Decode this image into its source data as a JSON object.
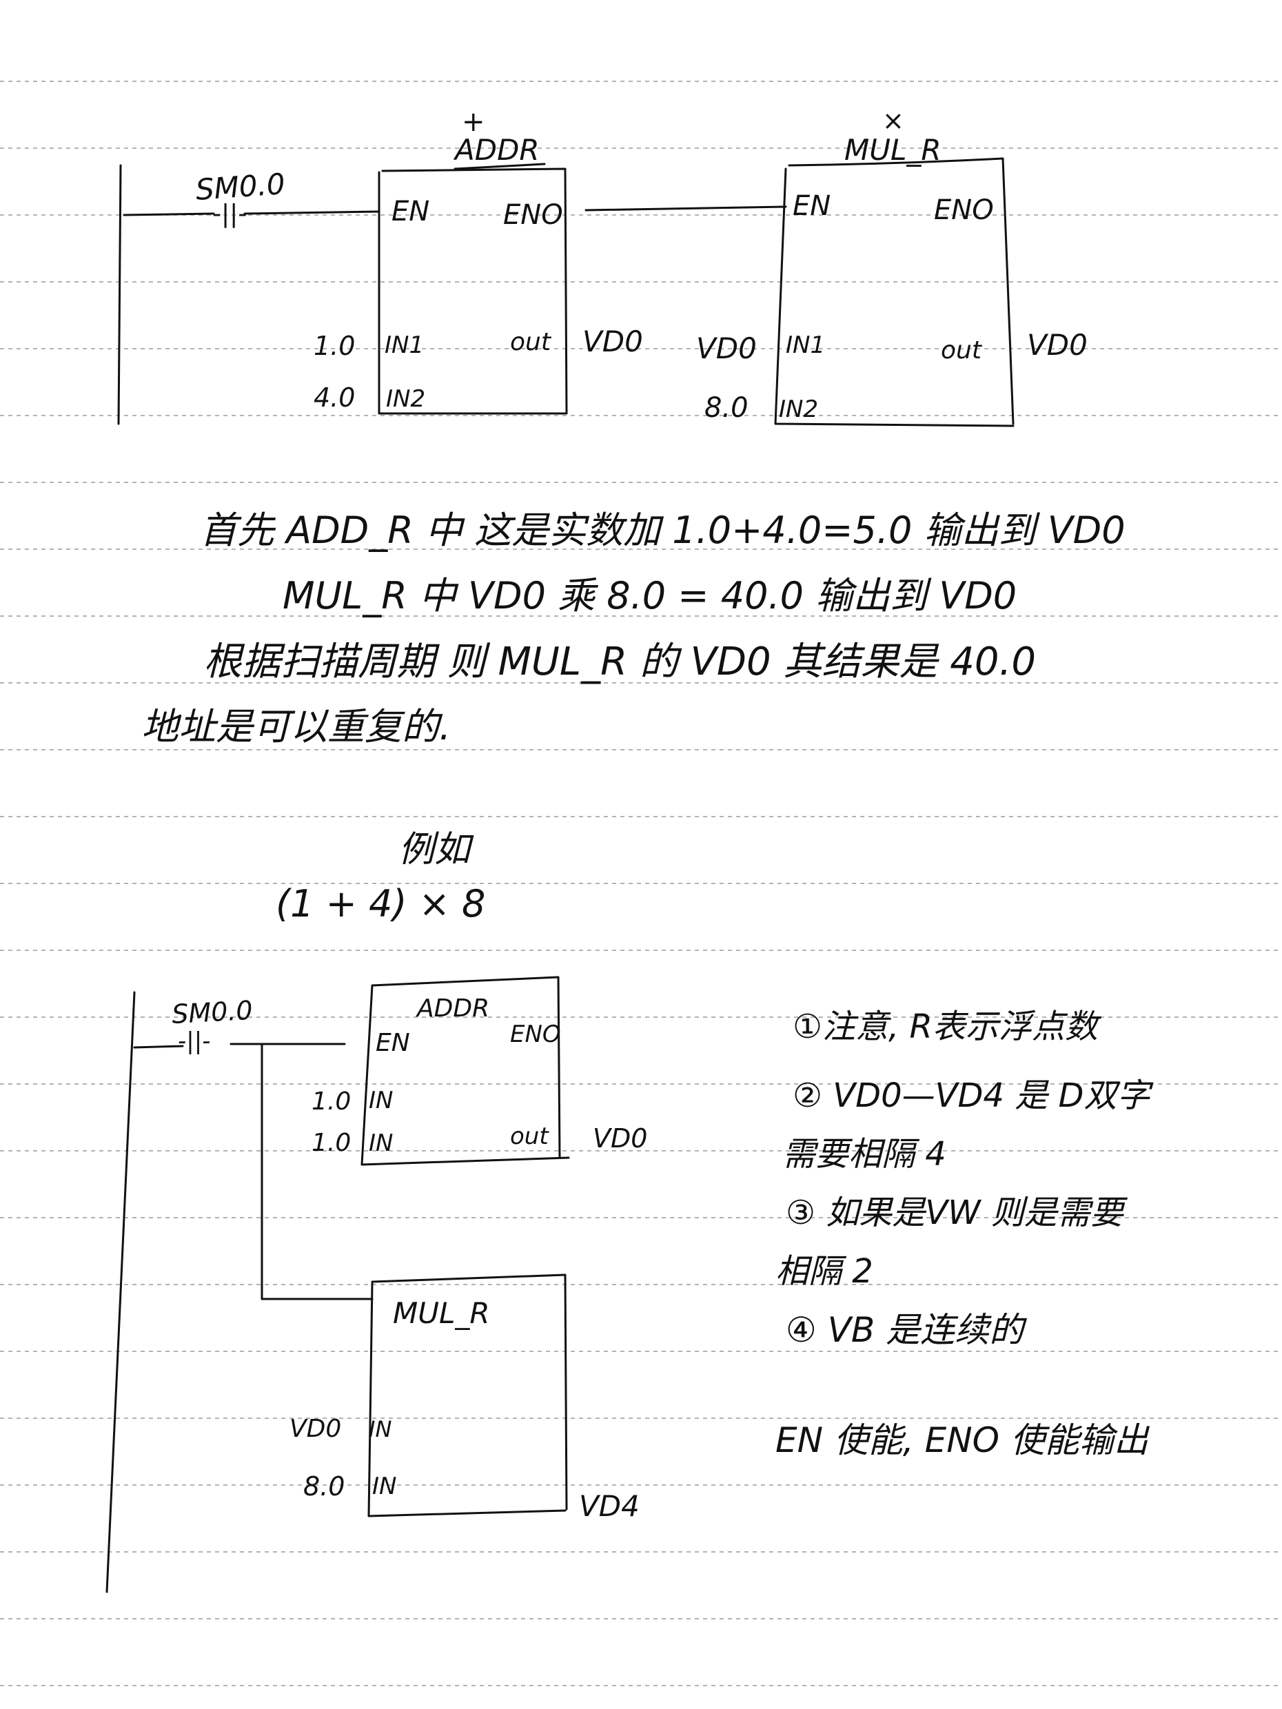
{
  "diagram1": {
    "contact_label": "SM0.0",
    "contact_symbol": "-||-",
    "block1": {
      "op_mark": "+",
      "title": "ADDR",
      "en": "EN",
      "eno": "ENO",
      "in1": "IN1",
      "in2": "IN2",
      "out": "out",
      "in1_value": "1.0",
      "in2_value": "4.0",
      "out_value": "VD0"
    },
    "block2": {
      "op_mark": "×",
      "title": "MUL_R",
      "en": "EN",
      "eno": "ENO",
      "in1": "IN1",
      "in2": "IN2",
      "out": "out",
      "in1_value": "VD0",
      "in2_value": "8.0",
      "out_value": "VD0"
    }
  },
  "explanation": {
    "line1": "首先 ADD_R 中 这是实数加 1.0+4.0=5.0 输出到 VD0",
    "line2": "MUL_R 中 VD0 乘 8.0 = 40.0 输出到 VD0",
    "line3": "根据扫描周期 则 MUL_R 的 VD0 其结果是 40.0",
    "line4": "地址是可以重复的."
  },
  "example": {
    "heading": "例如",
    "formula": "(1 + 4) × 8"
  },
  "diagram2": {
    "contact_label": "SM0.0",
    "contact_symbol": "-||-",
    "block1": {
      "title": "ADDR",
      "en": "EN",
      "eno": "ENO",
      "in1": "IN",
      "in2": "IN",
      "out": "out",
      "in1_value": "1.0",
      "in2_value": "1.0",
      "out_value": "VD0"
    },
    "block2": {
      "title": "MUL_R",
      "in1": "IN",
      "in2": "IN",
      "in1_value": "VD0",
      "in2_value": "8.0",
      "out_value": "VD4"
    }
  },
  "notes": {
    "n1": "①注意, R表示浮点数",
    "n2a": "② VD0—VD4 是 D双字",
    "n2b": "需要相隔 4",
    "n3a": "③ 如果是VW 则是需要",
    "n3b": "相隔 2",
    "n4": "④ VB 是连续的",
    "n5": "EN 使能, ENO 使能输出"
  }
}
